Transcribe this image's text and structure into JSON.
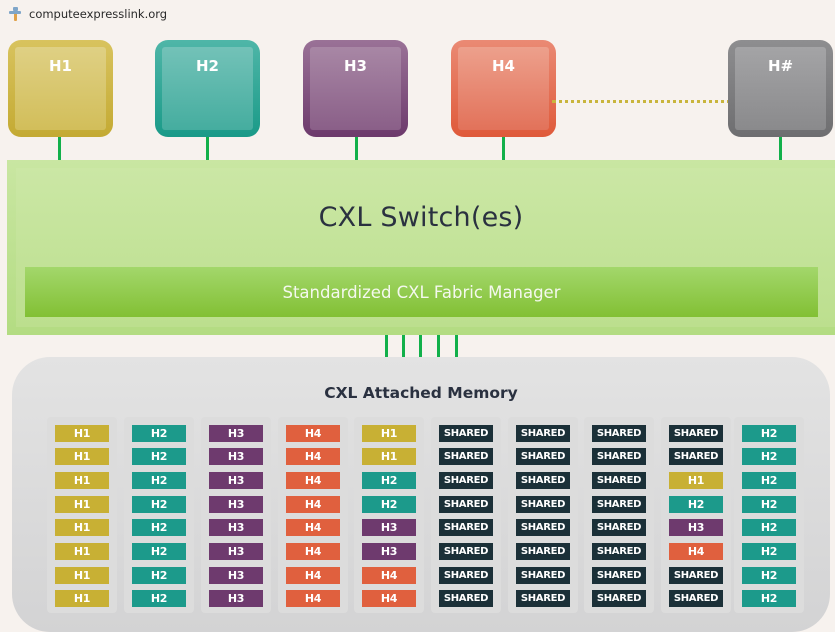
{
  "header": {
    "site": "computeexpresslink.org",
    "icon": "site-favicon-icon"
  },
  "hosts": [
    {
      "label": "H1",
      "key": "H1"
    },
    {
      "label": "H2",
      "key": "H2"
    },
    {
      "label": "H3",
      "key": "H3"
    },
    {
      "label": "H4",
      "key": "H4"
    },
    {
      "label": "H#",
      "key": "HN"
    }
  ],
  "switch": {
    "title": "CXL Switch(es)",
    "fabric_manager": "Standardized CXL Fabric Manager"
  },
  "memory": {
    "title": "CXL Attached Memory",
    "columns": [
      [
        "H1",
        "H1",
        "H1",
        "H1",
        "H1",
        "H1",
        "H1",
        "H1"
      ],
      [
        "H2",
        "H2",
        "H2",
        "H2",
        "H2",
        "H2",
        "H2",
        "H2"
      ],
      [
        "H3",
        "H3",
        "H3",
        "H3",
        "H3",
        "H3",
        "H3",
        "H3"
      ],
      [
        "H4",
        "H4",
        "H4",
        "H4",
        "H4",
        "H4",
        "H4",
        "H4"
      ],
      [
        "H1",
        "H1",
        "H2",
        "H2",
        "H3",
        "H3",
        "H4",
        "H4"
      ],
      [
        "SHARED",
        "SHARED",
        "SHARED",
        "SHARED",
        "SHARED",
        "SHARED",
        "SHARED",
        "SHARED"
      ],
      [
        "SHARED",
        "SHARED",
        "SHARED",
        "SHARED",
        "SHARED",
        "SHARED",
        "SHARED",
        "SHARED"
      ],
      [
        "SHARED",
        "SHARED",
        "SHARED",
        "SHARED",
        "SHARED",
        "SHARED",
        "SHARED",
        "SHARED"
      ],
      [
        "SHARED",
        "SHARED",
        "H1",
        "H2",
        "H3",
        "H4",
        "SHARED",
        "SHARED"
      ],
      [
        "H2",
        "H2",
        "H2",
        "H2",
        "H2",
        "H2",
        "H2",
        "H2"
      ]
    ]
  },
  "colors": {
    "H1": "#c8b034",
    "H2": "#1c9a8b",
    "H3": "#6e3a6e",
    "H4": "#e0603e",
    "SHARED": "#1b3038",
    "link": "#12b04a",
    "background": "#f7f2ee"
  }
}
